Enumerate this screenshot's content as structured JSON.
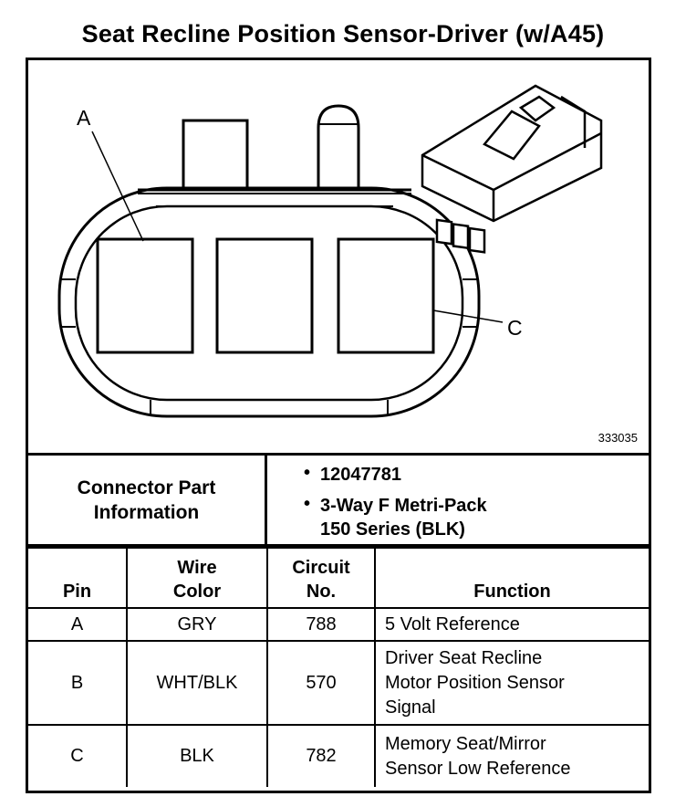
{
  "title": "Seat Recline Position Sensor-Driver (w/A45)",
  "figure": {
    "reference_number": "333035",
    "callout_a": "A",
    "callout_c": "C"
  },
  "connector_info": {
    "label_line1": "Connector Part",
    "label_line2": "Information",
    "bullet": "•",
    "part_number": "12047781",
    "description_line1": "3-Way F Metri-Pack",
    "description_line2": "150 Series (BLK)"
  },
  "table": {
    "headers": {
      "pin": "Pin",
      "wire_color_line1": "Wire",
      "wire_color_line2": "Color",
      "circuit_line1": "Circuit",
      "circuit_line2": "No.",
      "function": "Function"
    },
    "rows": [
      {
        "pin": "A",
        "wire_color": "GRY",
        "circuit": "788",
        "function_lines": [
          "5 Volt Reference"
        ]
      },
      {
        "pin": "B",
        "wire_color": "WHT/BLK",
        "circuit": "570",
        "function_lines": [
          "Driver Seat Recline",
          "Motor Position Sensor",
          "Signal"
        ]
      },
      {
        "pin": "C",
        "wire_color": "BLK",
        "circuit": "782",
        "function_lines": [
          "Memory Seat/Mirror",
          "Sensor Low Reference"
        ]
      }
    ]
  }
}
